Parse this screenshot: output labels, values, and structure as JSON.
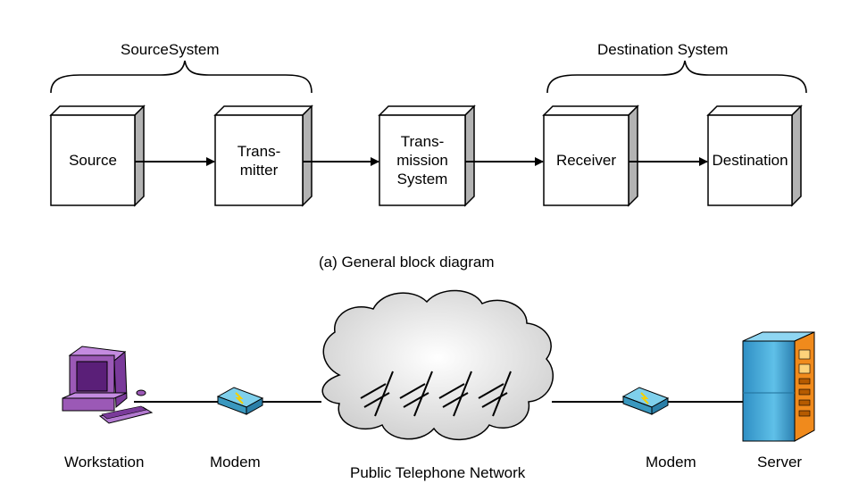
{
  "block_diagram": {
    "source_group_label": "SourceSystem",
    "destination_group_label": "Destination System",
    "blocks": [
      {
        "label": "Source"
      },
      {
        "label": "Trans-\nmitter"
      },
      {
        "label": "Trans-\nmission\nSystem"
      },
      {
        "label": "Receiver"
      },
      {
        "label": "Destination"
      }
    ],
    "caption": "(a) General block diagram"
  },
  "network": {
    "workstation_label": "Workstation",
    "modem_left_label": "Modem",
    "network_label": "Public Telephone Network",
    "modem_right_label": "Modem",
    "server_label": "Server"
  },
  "colors": {
    "box_side": "#b3b3b3",
    "workstation": "#9b59b6",
    "modem": "#4aa8c8",
    "server_blue": "#3a9fd0",
    "server_orange": "#f08a1c",
    "cloud_fill": "#e6e6e6"
  }
}
